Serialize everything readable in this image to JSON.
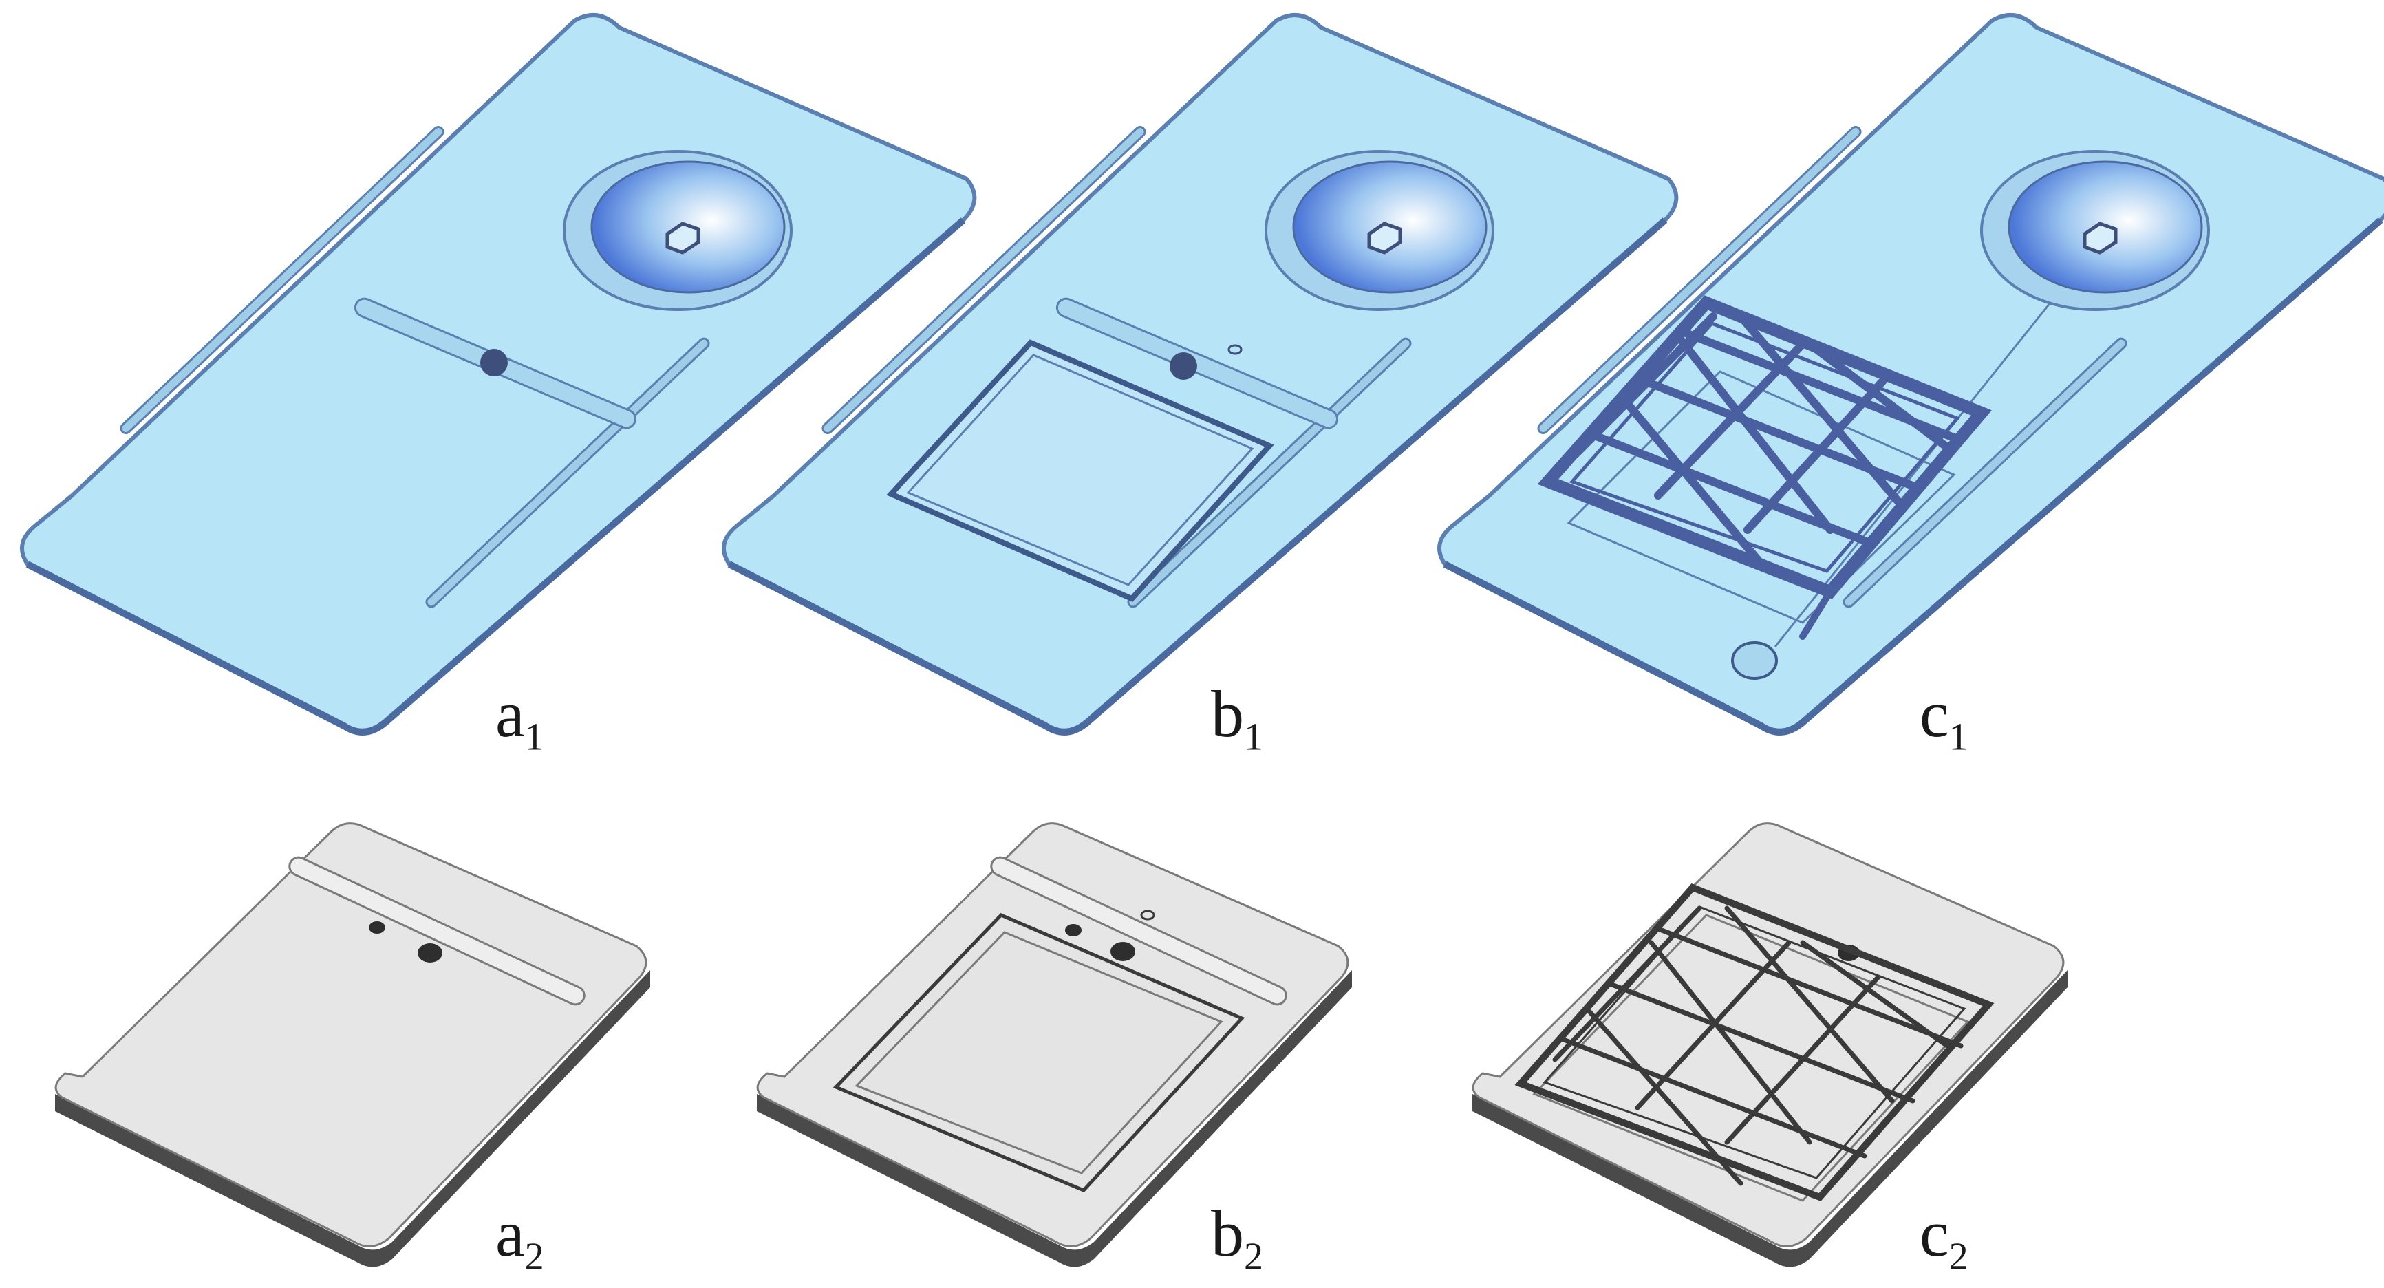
{
  "labels": {
    "a1": {
      "letter": "a",
      "index": "1"
    },
    "b1": {
      "letter": "b",
      "index": "1"
    },
    "c1": {
      "letter": "c",
      "index": "1"
    },
    "a2": {
      "letter": "a",
      "index": "2"
    },
    "b2": {
      "letter": "b",
      "index": "2"
    },
    "c2": {
      "letter": "c",
      "index": "2"
    }
  },
  "colors": {
    "blue_plate": "#b8e4f7",
    "blue_edge": "#5a7fb0",
    "blue_dark": "#4a5fa0",
    "grey_plate": "#e6e6e6",
    "grey_side": "#4a4a4a",
    "grey_edge": "#7a7a7a"
  }
}
